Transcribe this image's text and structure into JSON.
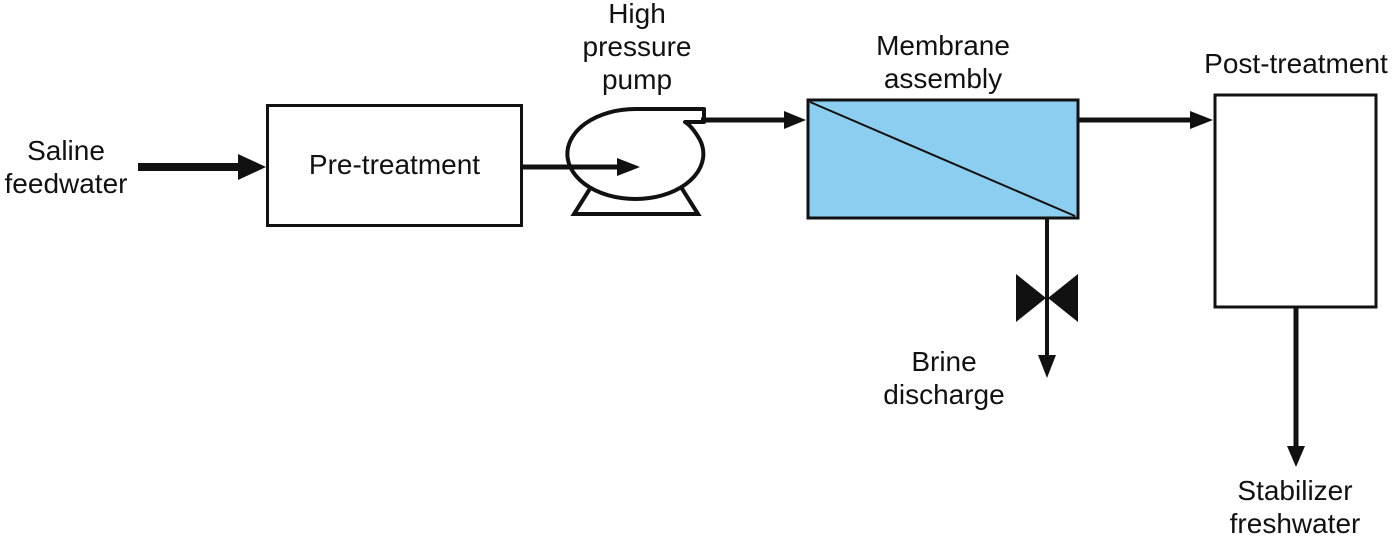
{
  "colors": {
    "membrane_fill": "#8CCEEF",
    "line": "#111111",
    "background": "#ffffff"
  },
  "nodes": {
    "saline_feedwater": {
      "label": "Saline\nfeedwater"
    },
    "pre_treatment": {
      "label": "Pre-treatment"
    },
    "high_pressure_pump": {
      "label": "High\npressure\npump"
    },
    "membrane_assembly": {
      "label": "Membrane\nassembly"
    },
    "post_treatment": {
      "label": "Post-treatment"
    },
    "brine_discharge": {
      "label": "Brine\ndischarge"
    },
    "stabilizer_freshwater": {
      "label": "Stabilizer\nfreshwater"
    }
  },
  "flow": [
    {
      "from": "Saline feedwater",
      "to": "Pre-treatment"
    },
    {
      "from": "Pre-treatment",
      "to": "High pressure pump"
    },
    {
      "from": "High pressure pump",
      "to": "Membrane assembly"
    },
    {
      "from": "Membrane assembly",
      "to": "Brine discharge",
      "via": "valve"
    },
    {
      "from": "Membrane assembly",
      "to": "Post-treatment"
    },
    {
      "from": "Post-treatment",
      "to": "Stabilizer freshwater"
    }
  ]
}
